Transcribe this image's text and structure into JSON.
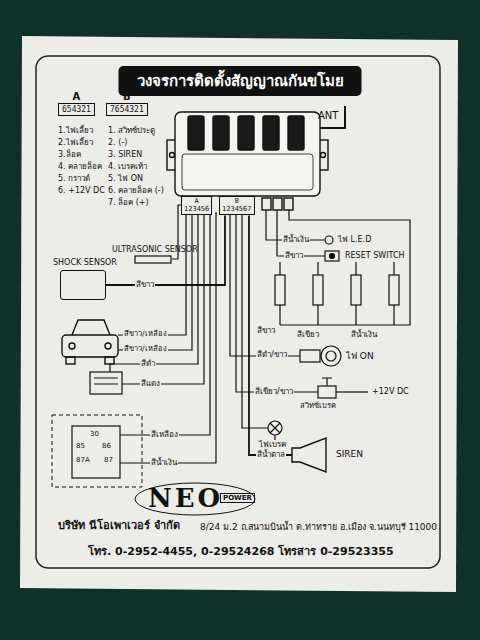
{
  "diagram": {
    "title": "วงจรการติดตั้งสัญญาณกันขโมย",
    "nodes": [
      {
        "text": [
          "A",
          "654321"
        ]
      },
      {
        "text": [
          "B",
          "7654321"
        ]
      },
      {
        "text": [
          "A",
          "123456"
        ]
      },
      {
        "text": [
          "B",
          "1234567"
        ]
      },
      {
        "text": [
          "SHOCK SENSOR"
        ]
      },
      {
        "text": [
          "SIREN"
        ]
      }
    ],
    "edges": [
      {
        "from": 4,
        "to": 3,
        "arrow": "none"
      },
      {
        "from": 3,
        "to": 5,
        "arrow": "none"
      }
    ],
    "labels": [
      "ANT",
      "1.ไฟเลี้ยว",
      "2.ไฟเลี้ยว",
      "3.ล็อค",
      "4. คลายล็อค",
      "5. กราวด์",
      "6. +12V DC",
      "1. สวิทซ์ประตู",
      "2. (-)",
      "3. SIREN",
      "4. เบรคเท้า",
      "5. ไฟ ON",
      "6. คลายล็อค (-)",
      "7. ล็อค (+)",
      "สีน้ำเงิน",
      "ไฟ L.E.D",
      "สีขาว",
      "RESET SWITCH",
      "ULTRASONIC SENSOR",
      "สีขาว",
      "สีขาว/เหลือง",
      "สีขาว/เหลือง",
      "สีขาว",
      "สีดำ/ขาว",
      "ไฟ ON",
      "สีดำ",
      "สีแดง",
      "สีเขียว/ขาว",
      "สวิทซ์เบรค",
      "+12V DC",
      "ไฟเบรค",
      "สีเหลือง",
      "สีน้ำเงิน",
      "สีน้ำตาล",
      "87A",
      "30",
      "85",
      "86",
      "87",
      "สีเขียว",
      "สีน้ำเงิน",
      "NEO",
      "POWER",
      "บริษัท นีโอเพาเวอร์ จำกัด",
      "8/24 ม.2 ถ.สนามบินน้ำ ต.ท่าทราย อ.เมือง จ.นนทบุรี 11000",
      "โทร. 0-2952-4455, 0-29524268 โทรสาร 0-29523355"
    ]
  }
}
